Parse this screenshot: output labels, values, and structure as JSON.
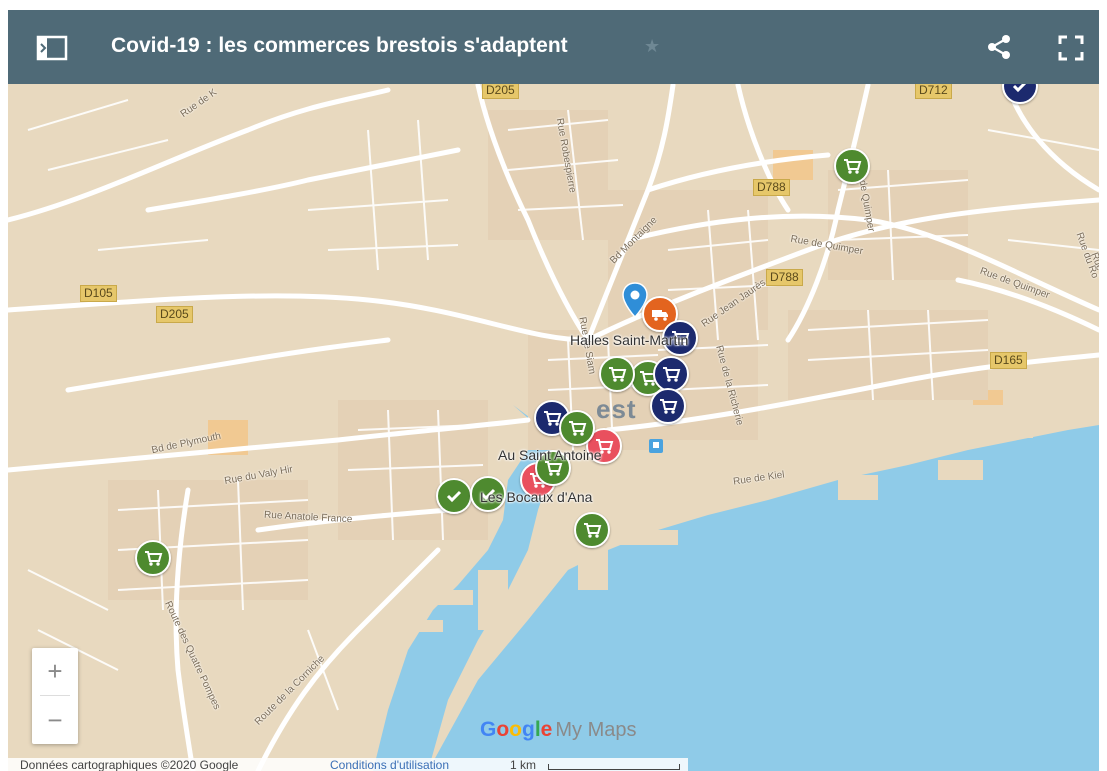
{
  "header": {
    "title": "Covid-19 : les commerces brestois s'adaptent",
    "star_glyph": "★",
    "legend_icon": "legend-toggle-icon",
    "share_icon": "share-icon",
    "fullscreen_icon": "fullscreen-icon",
    "bar_color": "#4f6a77"
  },
  "map": {
    "land_color": "#e8d9bf",
    "water_color": "#8fcbe8",
    "road_color": "#ffffff",
    "shields": [
      "D205",
      "D712",
      "D788",
      "D788",
      "D105",
      "D205",
      "D165"
    ],
    "streets": [
      "Rue de K",
      "Rue Robespierre",
      "Bd Montaigne",
      "Rue Jean Jaurès",
      "Rue de Quimper",
      "Rue de Quimper",
      "Rue de Quimper",
      "Rue du Ro",
      "Rue de Kiel",
      "Bd de Plymouth",
      "Rue du Valy Hir",
      "Rue Anatole France",
      "Route des Quatre Pompes",
      "Route de la Corniche",
      "Rue de Siam",
      "Rue de la Richerie",
      "Rue du Ro"
    ],
    "city_label": "est",
    "poi_labels": [
      "Halles Saint-Martin",
      "Au Saint Antoine",
      "Les Bocaux d'Ana"
    ]
  },
  "markers": {
    "colors": {
      "green": "#4e8a2f",
      "navy": "#1c2a6e",
      "orange": "#e3641f",
      "red": "#e9505e",
      "blue": "#2f8ed8"
    },
    "icons": [
      "cart-icon",
      "check-icon",
      "truck-icon",
      "location-pin-icon"
    ]
  },
  "zoom": {
    "in_label": "+",
    "out_label": "−"
  },
  "logo": {
    "google": "Google",
    "my_maps": "My Maps"
  },
  "attribution": {
    "data": "Données cartographiques ©2020 Google",
    "terms": "Conditions d'utilisation",
    "scale": "1 km"
  }
}
